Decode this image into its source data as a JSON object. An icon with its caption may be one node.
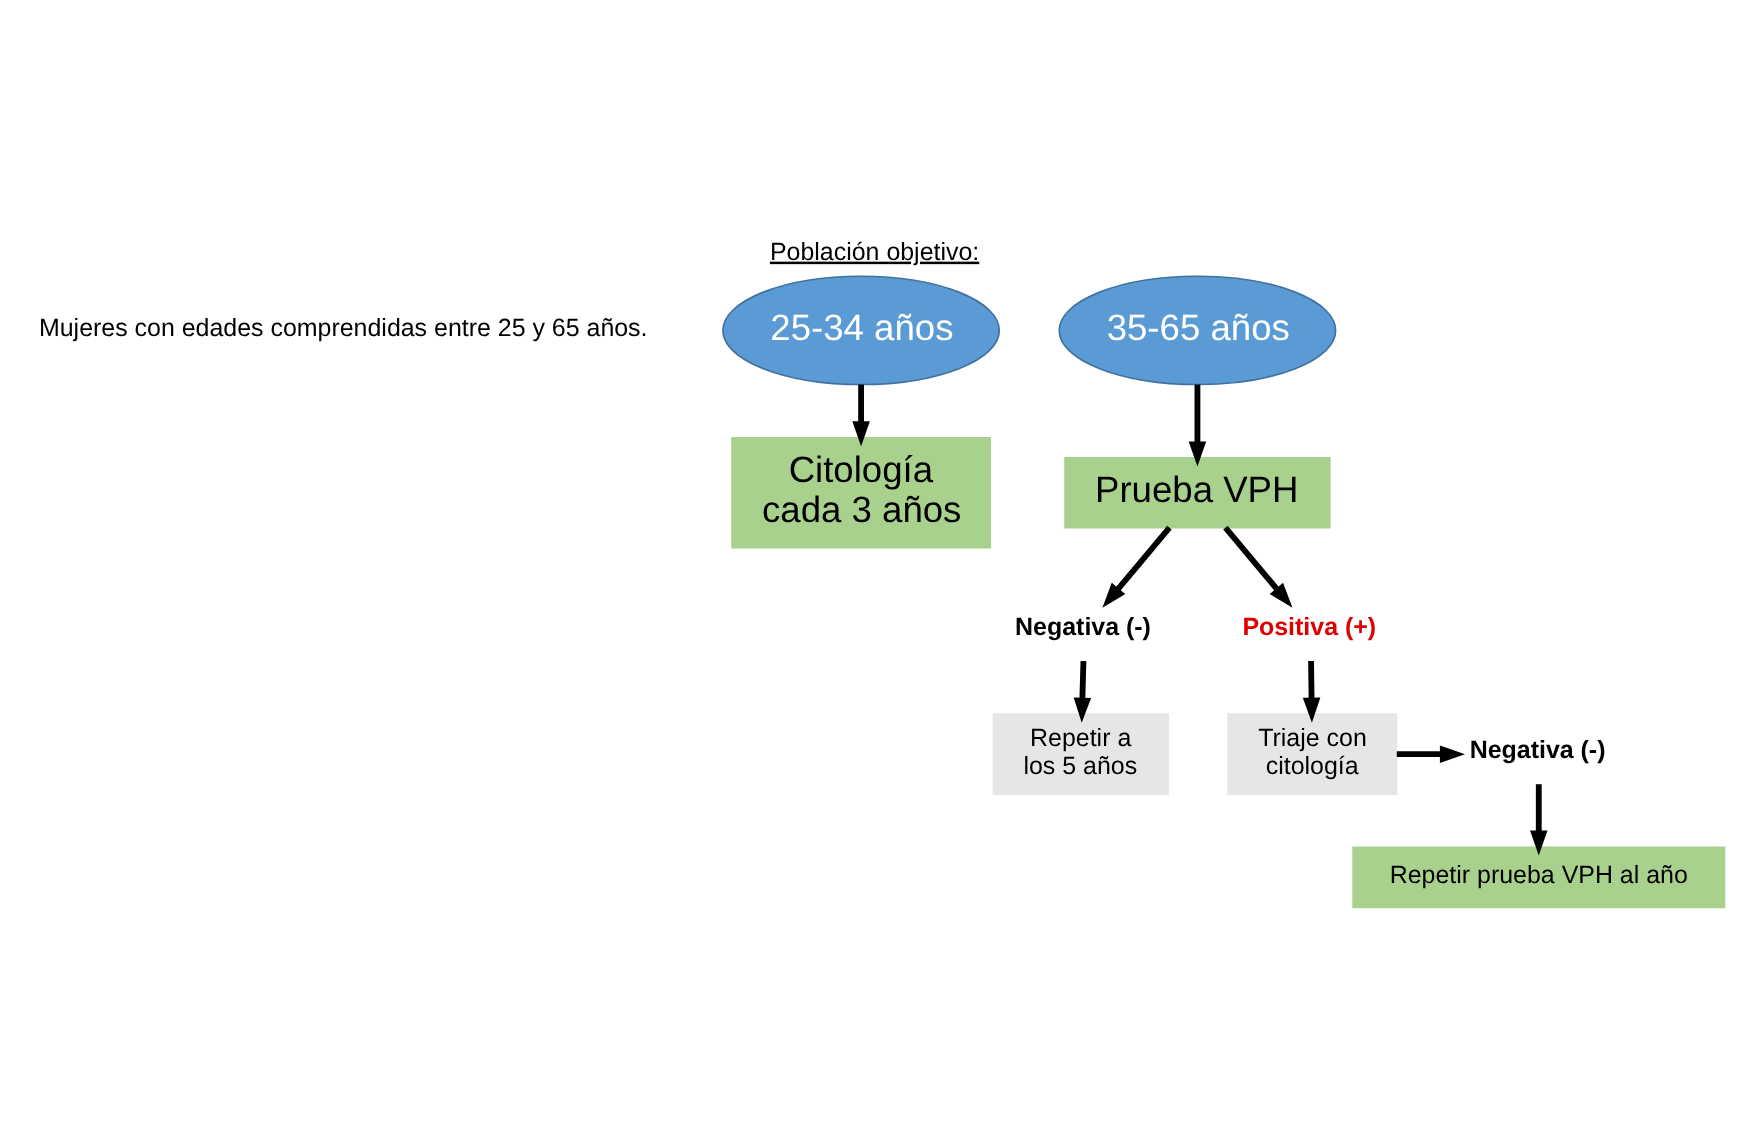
{
  "diagram": {
    "title": "Población objetivo:",
    "nodes": [
      {
        "text": [
          "25-34 años"
        ]
      },
      {
        "text": [
          "35-65 años"
        ]
      },
      {
        "text": [
          "Citología cada 3 años"
        ]
      },
      {
        "text": [
          "Prueba VPH"
        ]
      },
      {
        "text": [
          "Negativa (-)"
        ]
      },
      {
        "text": [
          "Positiva (+)"
        ]
      },
      {
        "text": [
          "Repetir a los 5 años"
        ]
      },
      {
        "text": [
          "Triaje con citología"
        ]
      },
      {
        "text": [
          "Negativa (-)"
        ]
      },
      {
        "text": [
          "Repetir prueba VPH al año"
        ]
      }
    ],
    "edges": [
      {
        "from": 0,
        "to": 2,
        "arrow": "to"
      },
      {
        "from": 1,
        "to": 3,
        "arrow": "to"
      },
      {
        "from": 3,
        "to": 4,
        "arrow": "to"
      },
      {
        "from": 3,
        "to": 5,
        "arrow": "to"
      },
      {
        "from": 4,
        "to": 6,
        "arrow": "to"
      },
      {
        "from": 5,
        "to": 7,
        "arrow": "to"
      },
      {
        "from": 7,
        "to": 8,
        "arrow": "to"
      },
      {
        "from": 8,
        "to": 9,
        "arrow": "to"
      }
    ],
    "labels": [
      "Mujeres con edades comprendidas entre 25 y 65 años."
    ]
  }
}
